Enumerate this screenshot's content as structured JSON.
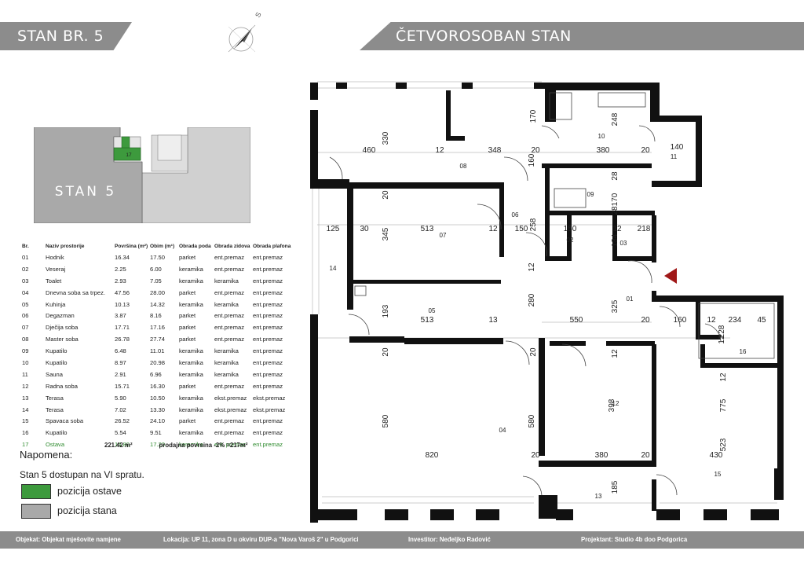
{
  "header": {
    "left_title": "STAN BR. 5",
    "right_title": "ČETVOROSOBAN STAN",
    "compass_label": "S"
  },
  "keyplan": {
    "unit_label": "STAN 5",
    "storage_number": "17",
    "colors": {
      "storage": "#3d9a3d",
      "unit": "#a9a9a9",
      "other": "#d0d0d0"
    }
  },
  "table": {
    "headers": [
      "Br.",
      "Naziv prostorije",
      "Površina (m²)",
      "Obim (m¹)",
      "Obrada poda",
      "Obrada zidova",
      "Obrada plafona"
    ],
    "rows": [
      [
        "01",
        "Hodnik",
        "16.34",
        "17.50",
        "parket",
        "ent.premaz",
        "ent.premaz"
      ],
      [
        "02",
        "Veseraj",
        "2.25",
        "6.00",
        "keramika",
        "ent.premaz",
        "ent.premaz"
      ],
      [
        "03",
        "Toalet",
        "2.93",
        "7.05",
        "keramika",
        "keramika",
        "ent.premaz"
      ],
      [
        "04",
        "Dnevna soba sa trpez.",
        "47.56",
        "28.00",
        "parket",
        "ent.premaz",
        "ent.premaz"
      ],
      [
        "05",
        "Kuhinja",
        "10.13",
        "14.32",
        "keramika",
        "keramika",
        "ent.premaz"
      ],
      [
        "06",
        "Degazman",
        "3.87",
        "8.16",
        "parket",
        "ent.premaz",
        "ent.premaz"
      ],
      [
        "07",
        "Dječija soba",
        "17.71",
        "17.16",
        "parket",
        "ent.premaz",
        "ent.premaz"
      ],
      [
        "08",
        "Master soba",
        "26.78",
        "27.74",
        "parket",
        "ent.premaz",
        "ent.premaz"
      ],
      [
        "09",
        "Kupatilo",
        "6.48",
        "11.01",
        "keramika",
        "keramika",
        "ent.premaz"
      ],
      [
        "10",
        "Kupatilo",
        "8.97",
        "20.98",
        "keramika",
        "keramika",
        "ent.premaz"
      ],
      [
        "11",
        "Sauna",
        "2.91",
        "6.96",
        "keramika",
        "keramika",
        "ent.premaz"
      ],
      [
        "12",
        "Radna soba",
        "15.71",
        "16.30",
        "parket",
        "ent.premaz",
        "ent.premaz"
      ],
      [
        "13",
        "Terasa",
        "5.90",
        "10.50",
        "keramika",
        "ekst.premaz",
        "ekst.premaz"
      ],
      [
        "14",
        "Terasa",
        "7.02",
        "13.30",
        "keramika",
        "ekst.premaz",
        "ekst.premaz"
      ],
      [
        "15",
        "Spavaca soba",
        "26.52",
        "24.10",
        "parket",
        "ent.premaz",
        "ent.premaz"
      ],
      [
        "16",
        "Kupatilo",
        "5.54",
        "9.51",
        "keramika",
        "ent.premaz",
        "ent.premaz"
      ],
      [
        "17",
        "Ostava",
        "14.80",
        "17.20",
        "keramika",
        "ent. premaz",
        "ent.premaz"
      ]
    ],
    "total_area": "221.42 m²",
    "sale_area": "prodajna povrsina -2% =217m²"
  },
  "notes": {
    "title": "Napomena:",
    "text": "Stan 5 dostupan na VI spratu.",
    "legend": [
      {
        "label": "pozicija ostave",
        "color": "#3d9a3d"
      },
      {
        "label": "pozicija stana",
        "color": "#a9a9a9"
      }
    ]
  },
  "plan": {
    "room_numbers": [
      "01",
      "02",
      "03",
      "04",
      "05",
      "06",
      "07",
      "08",
      "09",
      "10",
      "11",
      "12",
      "13",
      "14",
      "15",
      "16"
    ],
    "dimensions": {
      "top_row": [
        "460",
        "12",
        "348",
        "20",
        "380",
        "20",
        "140"
      ],
      "row2": [
        "125",
        "30",
        "513",
        "12",
        "150",
        "150",
        "12",
        "218"
      ],
      "row3": [
        "513",
        "13",
        "550",
        "20",
        "160",
        "12",
        "234",
        "45"
      ],
      "row4": [
        "820",
        "20",
        "380",
        "20",
        "430"
      ],
      "vertical": [
        "330",
        "170",
        "248",
        "160",
        "28",
        "170",
        "28",
        "345",
        "258",
        "134",
        "12",
        "193",
        "280",
        "325",
        "12",
        "228",
        "580",
        "580",
        "398",
        "775",
        "523",
        "185",
        "20",
        "20",
        "20",
        "12",
        "12"
      ]
    }
  },
  "footer": {
    "objekat": "Objekat: Objekat mješovite namjene",
    "lokacija": "Lokacija: UP 11, zona D u okviru DUP-a \"Nova Varoš 2\" u Podgorici",
    "investitor": "Investitor: Neđeljko Radović",
    "projektant": "Projektant: Studio 4b doo Podgorica"
  },
  "entry_marker_color": "#a01818"
}
